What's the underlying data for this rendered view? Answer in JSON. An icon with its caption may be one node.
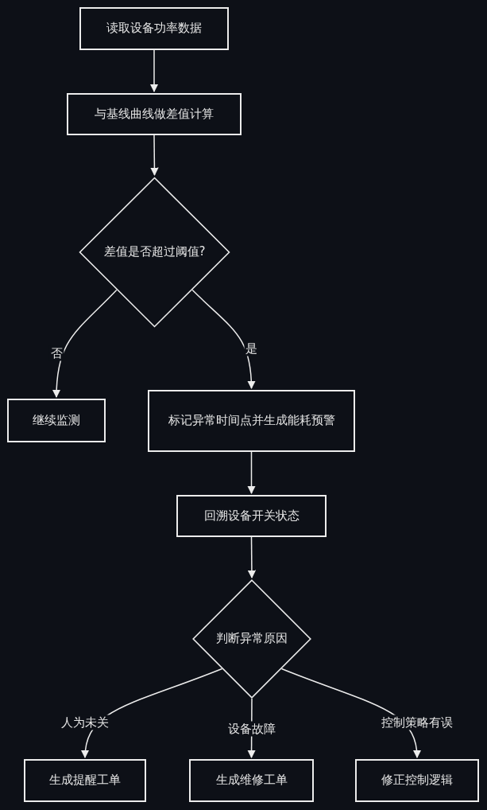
{
  "diagram": {
    "nodes": [
      {
        "text": [
          "读取设备功率数据"
        ]
      },
      {
        "text": [
          "与基线曲线做差值计算"
        ]
      },
      {
        "text": [
          "差值是否超过阈值?"
        ]
      },
      {
        "text": [
          "继续监测"
        ]
      },
      {
        "text": [
          "标记异常时间点并生成能耗预警"
        ]
      },
      {
        "text": [
          "回溯设备开关状态"
        ]
      },
      {
        "text": [
          "判断异常原因"
        ]
      },
      {
        "text": [
          "生成提醒工单"
        ]
      },
      {
        "text": [
          "生成维修工单"
        ]
      },
      {
        "text": [
          "修正控制逻辑"
        ]
      }
    ],
    "edges": [
      {
        "from": 0,
        "to": 1,
        "arrow": "to"
      },
      {
        "from": 1,
        "to": 2,
        "arrow": "to"
      },
      {
        "from": 2,
        "to": 3,
        "arrow": "to",
        "label": "否"
      },
      {
        "from": 2,
        "to": 4,
        "arrow": "to",
        "label": "是"
      },
      {
        "from": 4,
        "to": 5,
        "arrow": "to"
      },
      {
        "from": 5,
        "to": 6,
        "arrow": "to"
      },
      {
        "from": 6,
        "to": 7,
        "arrow": "to",
        "label": "人为未关"
      },
      {
        "from": 6,
        "to": 8,
        "arrow": "to",
        "label": "设备故障"
      },
      {
        "from": 6,
        "to": 9,
        "arrow": "to",
        "label": "控制策略有误"
      }
    ]
  }
}
